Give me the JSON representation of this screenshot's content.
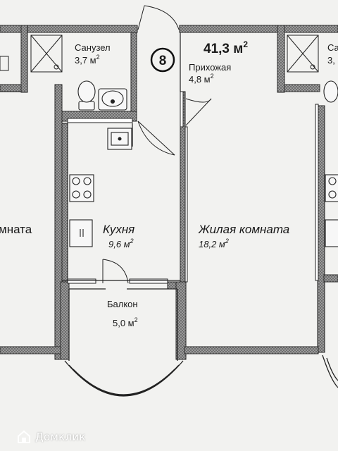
{
  "plan": {
    "apartment_number": "8",
    "total_area": "41,3",
    "total_area_unit": "м",
    "total_area_sup": "2"
  },
  "rooms": {
    "bathroom": {
      "name": "Санузел",
      "area": "3,7 м",
      "sup": "2"
    },
    "hallway": {
      "name": "Прихожая",
      "area": "4,8 м",
      "sup": "2"
    },
    "kitchen": {
      "name": "Кухня",
      "area": "9,6 м",
      "sup": "2"
    },
    "living": {
      "name": "Жилая комната",
      "area": "18,2 м",
      "sup": "2"
    },
    "balcony": {
      "name": "Балкон",
      "area": "5,0 м",
      "sup": "2"
    },
    "left_neighbor_room": {
      "name": "мната"
    },
    "right_neighbor_bath": {
      "name": "Са",
      "area": "3,"
    }
  },
  "watermark": {
    "text": "Домклик",
    "icon": "house-logo-icon"
  },
  "colors": {
    "wall": "#2e2e2e",
    "wall_hatch": "#8a8a8a",
    "paper": "#f2f2f0",
    "line": "#222222"
  }
}
